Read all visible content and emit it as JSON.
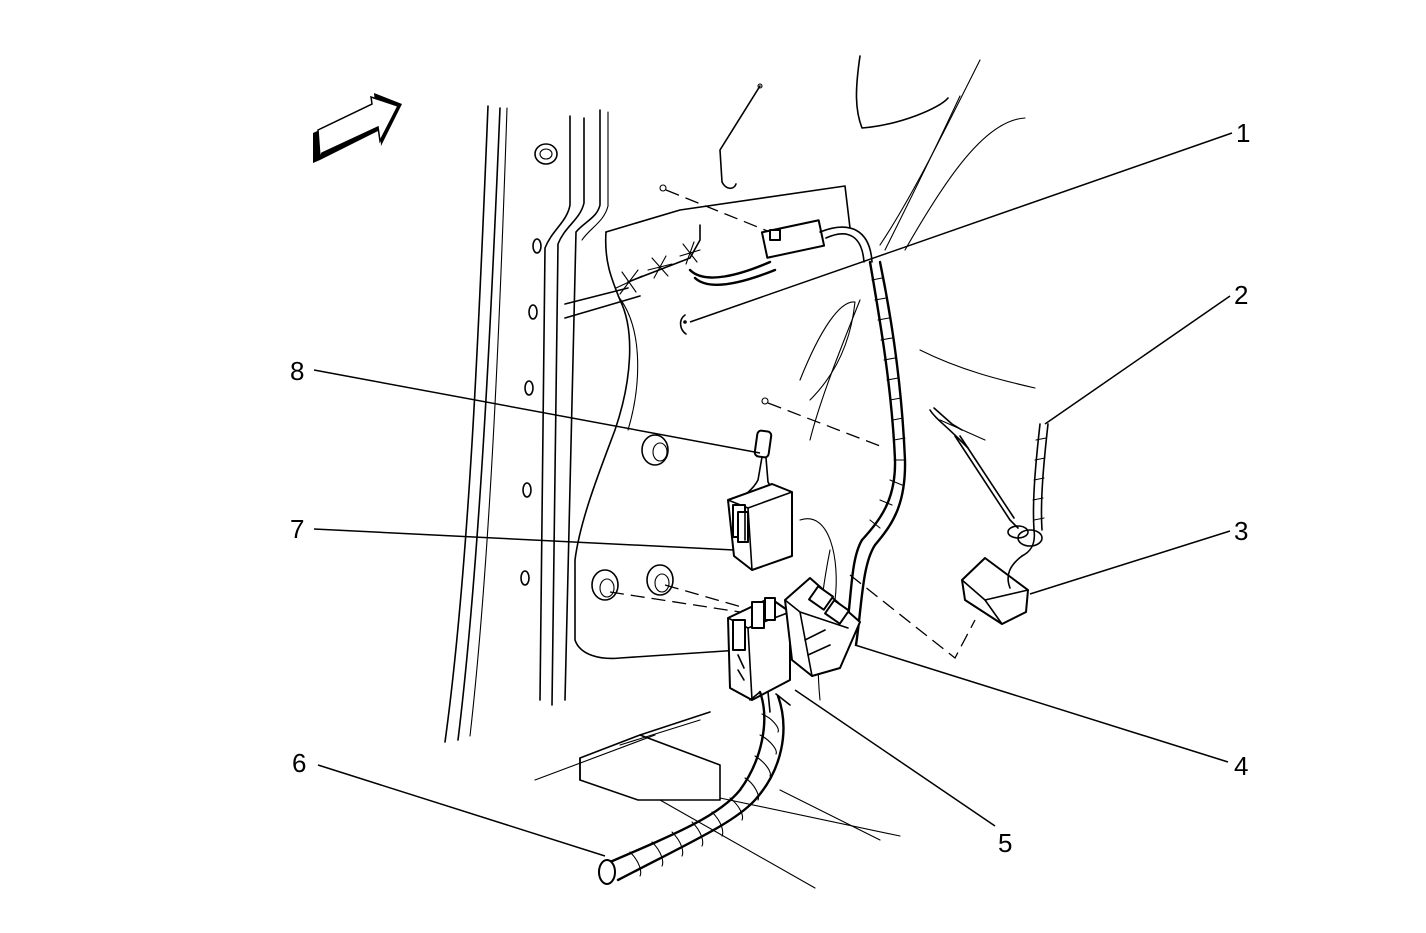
{
  "diagram": {
    "callouts": [
      {
        "id": "1",
        "label": "1"
      },
      {
        "id": "2",
        "label": "2"
      },
      {
        "id": "3",
        "label": "3"
      },
      {
        "id": "4",
        "label": "4"
      },
      {
        "id": "5",
        "label": "5"
      },
      {
        "id": "6",
        "label": "6"
      },
      {
        "id": "7",
        "label": "7"
      },
      {
        "id": "8",
        "label": "8"
      }
    ],
    "direction_indicator": "forward-arrow-icon"
  }
}
